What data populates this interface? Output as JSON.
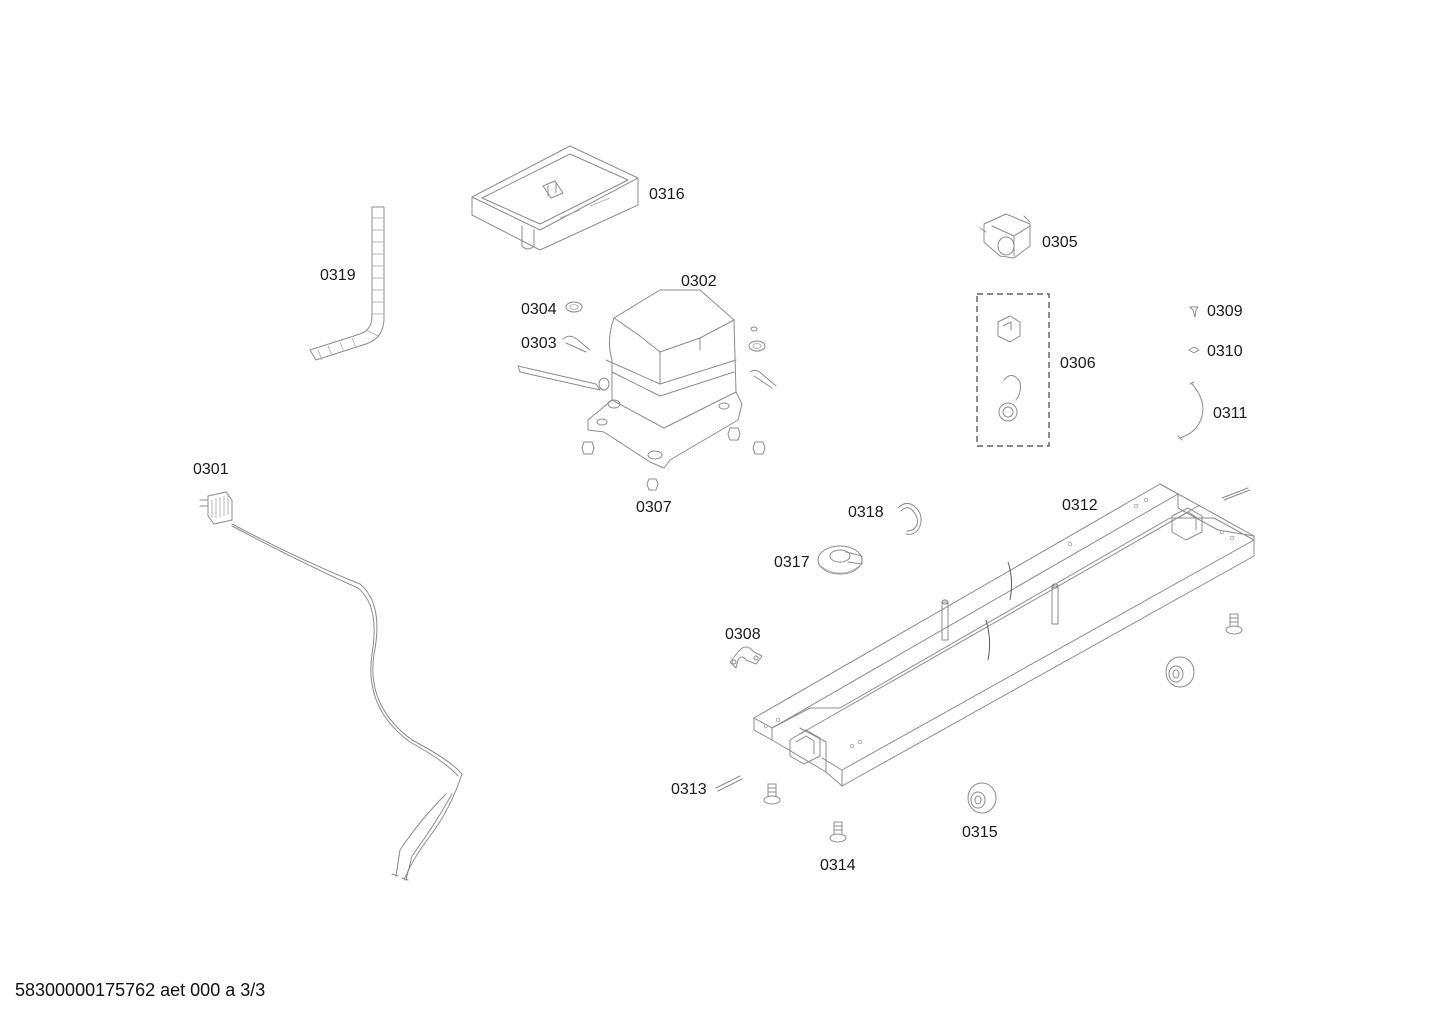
{
  "labels": {
    "p0301": "0301",
    "p0302": "0302",
    "p0303": "0303",
    "p0304": "0304",
    "p0305": "0305",
    "p0306": "0306",
    "p0307": "0307",
    "p0308": "0308",
    "p0309": "0309",
    "p0310": "0310",
    "p0311": "0311",
    "p0312": "0312",
    "p0313": "0313",
    "p0314": "0314",
    "p0315": "0315",
    "p0316": "0316",
    "p0317": "0317",
    "p0318": "0318",
    "p0319": "0319"
  },
  "footer": {
    "document_id": "58300000175762 aet 000 a 3/3"
  }
}
